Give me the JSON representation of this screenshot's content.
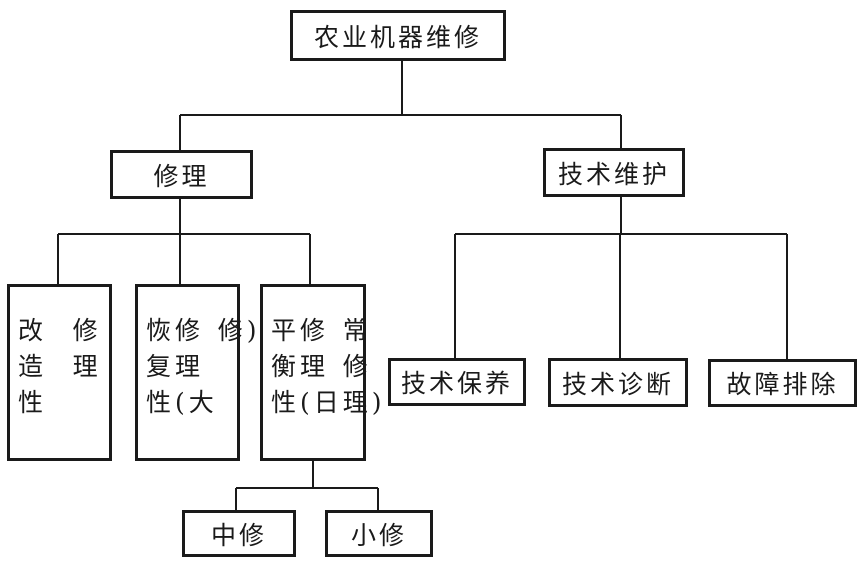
{
  "diagram": {
    "type": "hierarchy",
    "root": {
      "label": "农业机器维修",
      "children": [
        {
          "label": "修理",
          "children": [
            {
              "label": "改造性修理",
              "lines": [
                "改造性",
                "修理"
              ]
            },
            {
              "label": "恢复性修理(大修)",
              "lines": [
                "恢复性",
                "修理(大",
                "修)"
              ]
            },
            {
              "label": "平衡性修理(日常修理)",
              "lines": [
                "平衡性",
                "修理(日",
                "常修理)"
              ],
              "children": [
                {
                  "label": "中修"
                },
                {
                  "label": "小修"
                }
              ]
            }
          ]
        },
        {
          "label": "技术维护",
          "children": [
            {
              "label": "技术保养"
            },
            {
              "label": "技术诊断"
            },
            {
              "label": "故障排除"
            }
          ]
        }
      ]
    }
  }
}
